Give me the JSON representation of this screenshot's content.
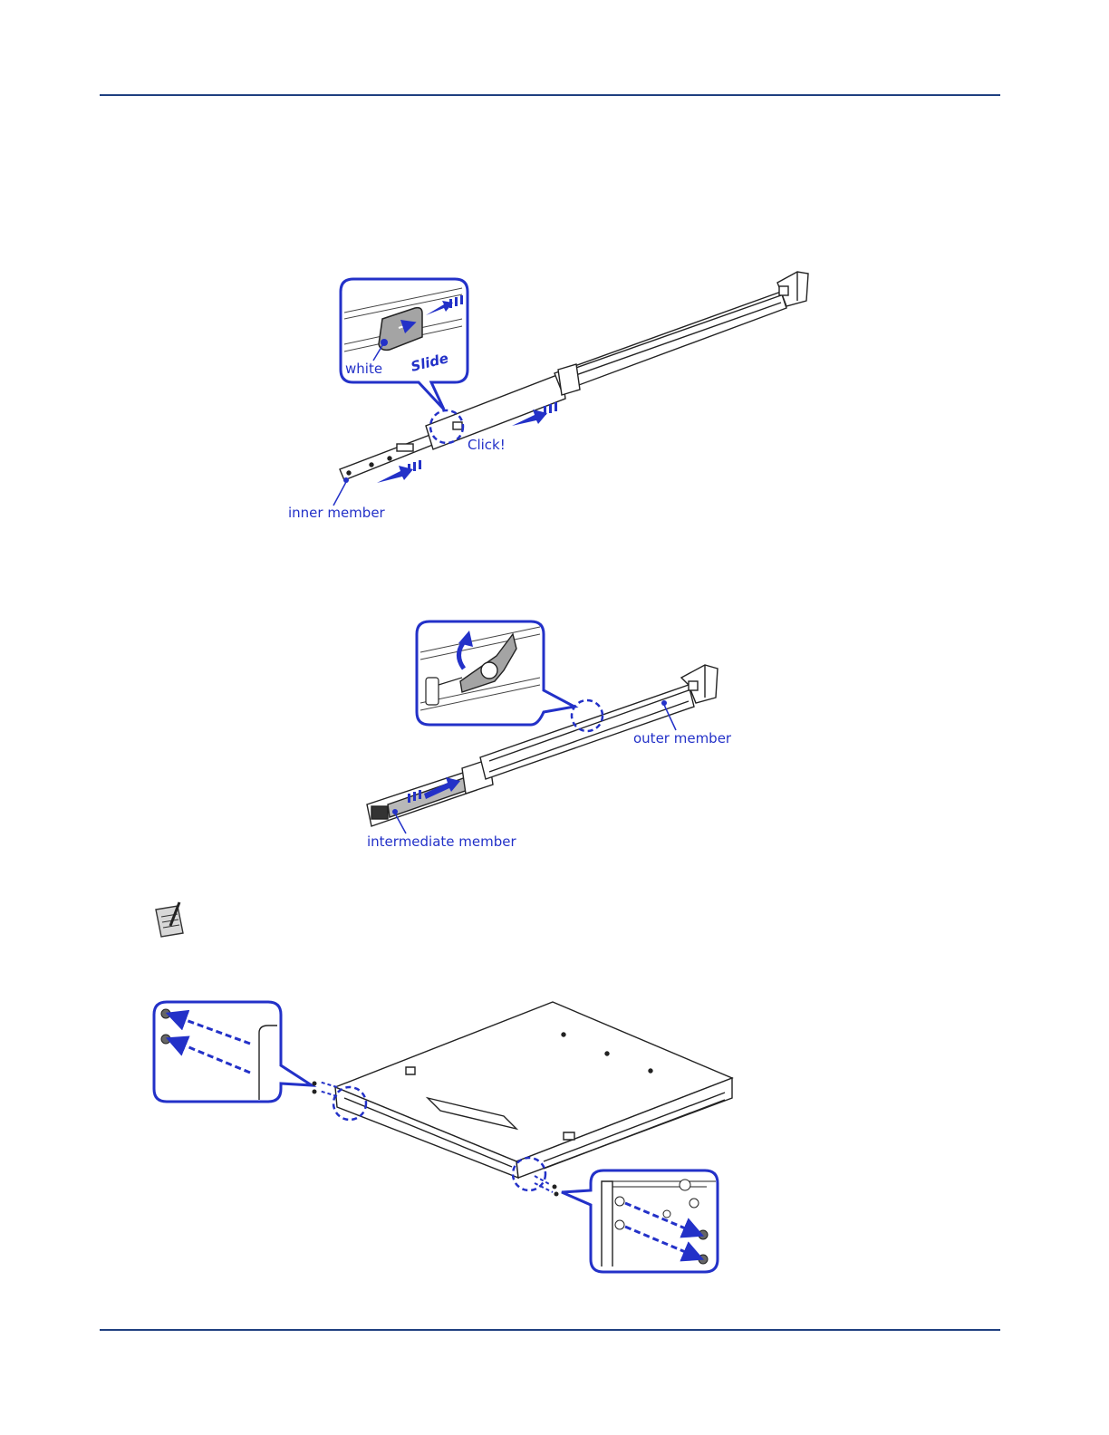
{
  "figure1": {
    "callout_white": "white",
    "callout_slide": "Slide",
    "click": "Click!",
    "inner_member": "inner member"
  },
  "figure2": {
    "outer_member": "outer member",
    "intermediate_member": "intermediate member"
  },
  "note": {
    "icon": "note-pad-icon"
  },
  "colors": {
    "rule": "#1f3f80",
    "callout_blue": "#2331c8",
    "line_art": "#222222"
  }
}
